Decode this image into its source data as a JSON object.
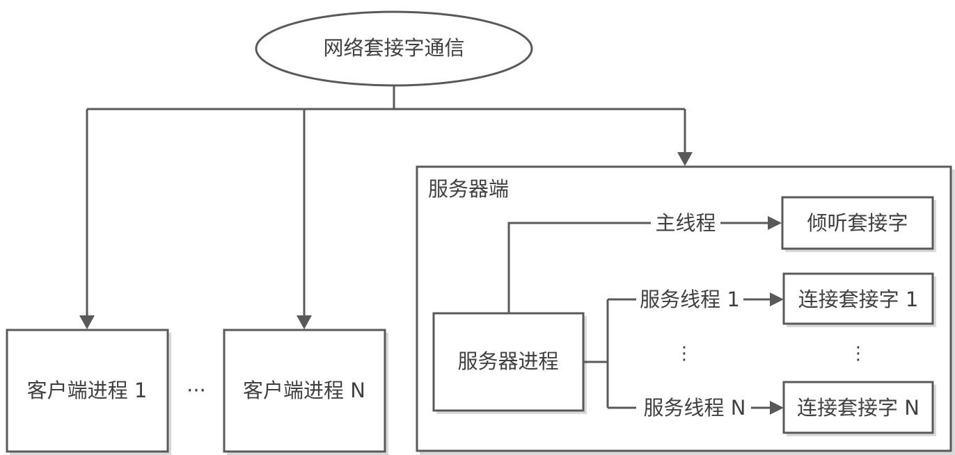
{
  "root": {
    "label": "网络套接字通信"
  },
  "clients": [
    {
      "label": "客户端进程 1"
    },
    {
      "label": "客户端进程 N"
    }
  ],
  "client_ellipsis": "···",
  "server": {
    "title": "服务器端",
    "process_label": "服务器进程",
    "main_thread": {
      "edge_label": "主线程",
      "target": "倾听套接字"
    },
    "service_threads": [
      {
        "edge_label": "服务线程 1",
        "target": "连接套接字 1"
      },
      {
        "edge_label": "服务线程 N",
        "target": "连接套接字 N"
      }
    ],
    "thread_ellipsis": "⋮",
    "socket_ellipsis": "⋮"
  },
  "colors": {
    "stroke": "#595959",
    "text": "#404040",
    "shadow": "#d9d9d9",
    "fill": "#ffffff"
  }
}
